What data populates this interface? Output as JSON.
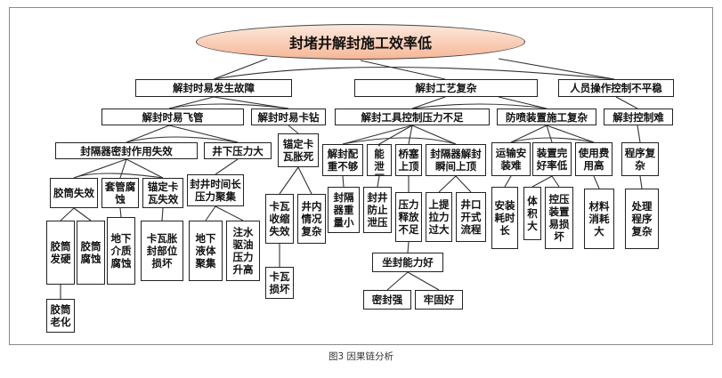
{
  "caption": "图3 因果链分析",
  "root": "封堵井解封施工效率低",
  "nodes": {
    "jfsyfsgz": "解封时易发生故障",
    "jfgyfz": "解封工艺复杂",
    "ryczkzbpw": "人员操作控制不平稳",
    "jfsyfg": "解封时易飞管",
    "jfsykz": "解封时易卡钻",
    "jfgjkzylbz": "解封工具控制压力不足",
    "fpzzsgfz": "防喷装置施工复杂",
    "jfkzn": "解封控制难",
    "fgqmfzysx": "封隔器密封作用失效",
    "jxylgd": "井下压力大",
    "mdkwzs": "锚定卡瓦胀死",
    "jfpzbg": "解封配重不够",
    "bnxy": "不能泄压",
    "qssd": "桥塞上顶",
    "fgqjfsjsd": "封隔器解封瞬间上顶",
    "ysazn": "运输安装难",
    "zzwhl": "装置完好率低",
    "syfyg": "使用费用高",
    "cxfz": "程序复杂",
    "jtsx": "胶筒失效",
    "tgfs": "套管腐蚀",
    "mdkwsx": "锚定卡瓦失效",
    "fjsjcylj": "封井时间长压力聚集",
    "kwssxsx": "卡瓦收缩失效",
    "jnqkfz": "井内情况复杂",
    "fgqzlx": "封隔器重量小",
    "fjfzxy": "封井防止泄压",
    "ylsfbz": "压力释放不足",
    "stlgd": "上提拉力过大",
    "jkkslc": "井口开式流程",
    "azhsc": "安装耗时长",
    "tjd": "体积大",
    "kyzzyss": "控压装置易损坏",
    "clxhd": "材料消耗大",
    "clcxfz": "处理程序复杂",
    "jtfy": "胶筒发硬",
    "jtfs": "胶筒腐蚀",
    "dxjzfs": "地下介质腐蚀",
    "kwzbwss": "卡瓦胀封部位损坏",
    "dxytjj": "地下液体聚集",
    "zsqyylsg": "注水驱油压力升高",
    "kwsh": "卡瓦损坏",
    "zfnlh": "坐封能力好",
    "jtlh": "胶筒老化",
    "mfq": "密封强",
    "lgh": "牢固好"
  }
}
